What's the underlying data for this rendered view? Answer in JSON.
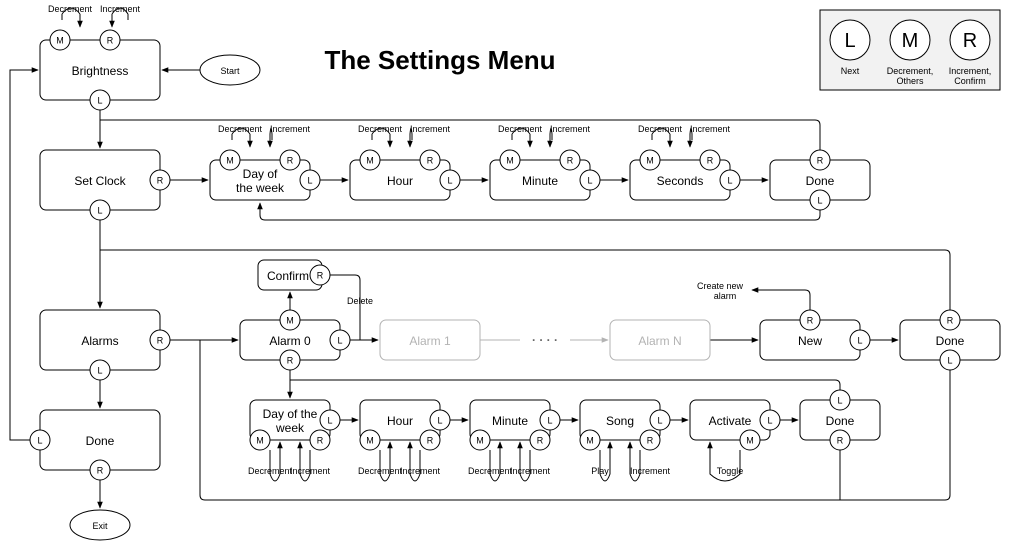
{
  "title": "The Settings Menu",
  "legend": {
    "items": [
      {
        "key": "L",
        "desc_lines": [
          "Next"
        ]
      },
      {
        "key": "M",
        "desc_lines": [
          "Decrement,",
          "Others"
        ]
      },
      {
        "key": "R",
        "desc_lines": [
          "Increment,",
          "Confirm"
        ]
      }
    ]
  },
  "keys": {
    "left": "L",
    "middle": "M",
    "right": "R"
  },
  "nodes": {
    "start": "Start",
    "brightness": "Brightness",
    "set_clock": "Set Clock",
    "clock_day": [
      "Day of",
      "the week"
    ],
    "clock_hour": "Hour",
    "clock_minute": "Minute",
    "clock_seconds": "Seconds",
    "clock_done": "Done",
    "alarms": "Alarms",
    "alarm0": "Alarm 0",
    "confirm": "Confirm",
    "alarm1": "Alarm 1",
    "ellipsis": "· · · ·",
    "alarmN": "Alarm N",
    "new": "New",
    "alarms_done": "Done",
    "sub_day": [
      "Day of the",
      "week"
    ],
    "sub_hour": "Hour",
    "sub_minute": "Minute",
    "sub_song": "Song",
    "sub_activate": "Activate",
    "sub_done": "Done",
    "main_done": "Done",
    "exit": "Exit"
  },
  "labels": {
    "decrement": "Decrement",
    "increment": "Increment",
    "delete": "Delete",
    "create_new_alarm": [
      "Create new",
      "alarm"
    ],
    "play": "Play",
    "toggle": "Toggle"
  }
}
